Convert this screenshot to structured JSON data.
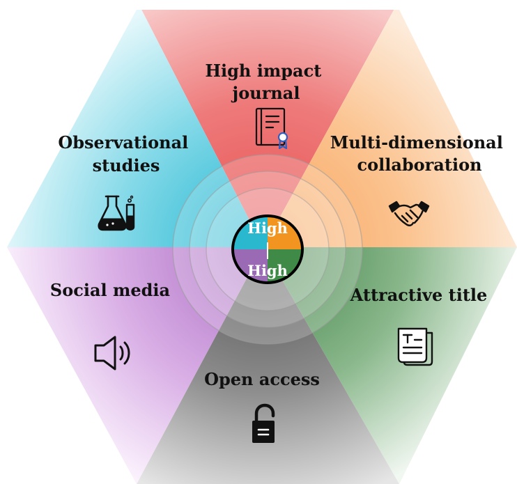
{
  "diagram": {
    "center": {
      "top_text": "High",
      "bottom_text": "High",
      "quadrant_colors": [
        "#2ab8cf",
        "#f29420",
        "#3f8a47",
        "#9b6ab5"
      ]
    },
    "segments": [
      {
        "id": "high-impact-journal",
        "label_lines": [
          "High impact",
          "journal"
        ],
        "icon": "journal-certificate-icon",
        "color": "#ee7f7f"
      },
      {
        "id": "multi-dimensional-collaboration",
        "label_lines": [
          "Multi-dimensional",
          "collaboration"
        ],
        "icon": "handshake-icon",
        "color": "#f9b472"
      },
      {
        "id": "attractive-title",
        "label_lines": [
          "Attractive title"
        ],
        "icon": "document-title-icon",
        "color": "#5e9b61"
      },
      {
        "id": "open-access",
        "label_lines": [
          "Open access"
        ],
        "icon": "unlocked-padlock-icon",
        "color": "#6e6e6e"
      },
      {
        "id": "social-media",
        "label_lines": [
          "Social media"
        ],
        "icon": "speaker-icon",
        "color": "#c07fd2"
      },
      {
        "id": "observational-studies",
        "label_lines": [
          "Observational",
          "studies"
        ],
        "icon": "lab-flask-icon",
        "color": "#35c2db"
      }
    ]
  }
}
